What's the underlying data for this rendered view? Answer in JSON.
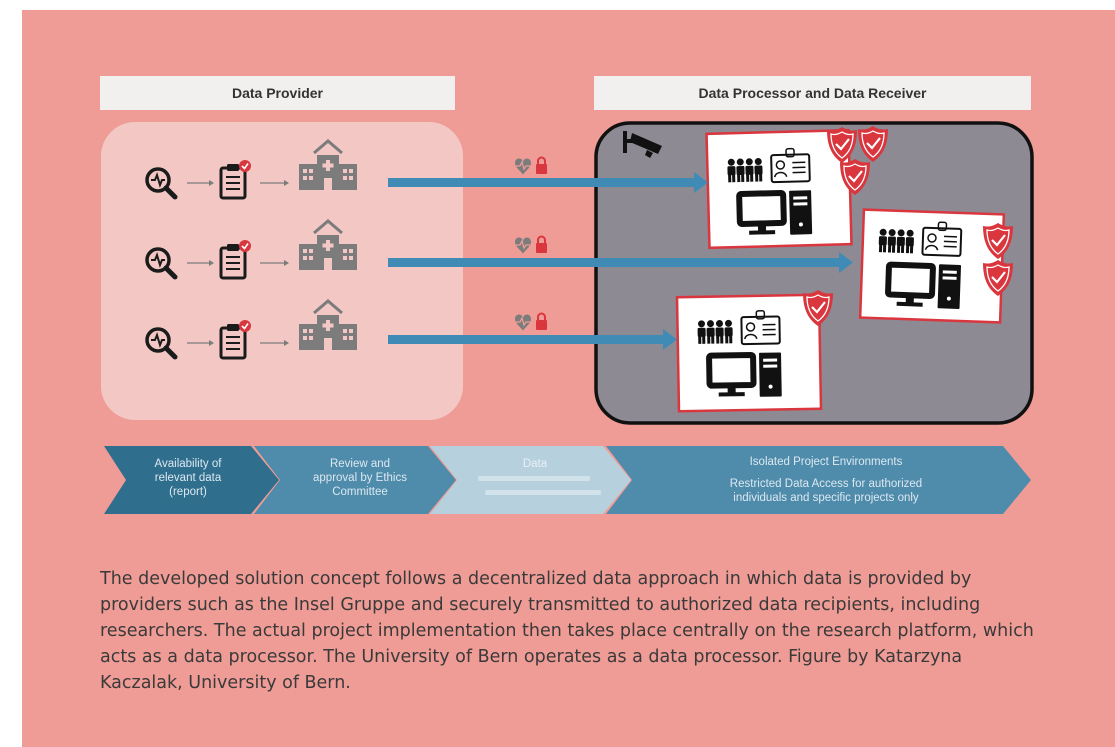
{
  "header": {
    "provider_label": "Data Provider",
    "receiver_label": "Data Processor and Data Receiver"
  },
  "process_steps": [
    {
      "lines": [
        "Availability of",
        "relevant data",
        "(report)"
      ]
    },
    {
      "lines": [
        "Review and",
        "approval by Ethics",
        "Committee"
      ]
    },
    {
      "lines": [
        "Data",
        "",
        ""
      ]
    },
    {
      "lines": [
        "Isolated Project Environments",
        "Restricted Data Access for authorized",
        "individuals and specific projects only"
      ]
    }
  ],
  "caption": "The developed solution concept follows a decentralized data approach in which data is provided by providers such as the Insel Gruppe and securely transmitted to authorized data recipients, including researchers. The actual project implementation then takes place centrally on the research platform, which acts as a data processor. The University of Bern operates as a data processor. Figure by Katarzyna Kaczalak, University of Bern.",
  "colors": {
    "background": "#f09c96",
    "provider_box": "#f2c7c4",
    "receiver_box": "#8e8a94",
    "arrow": "#3f8bb5",
    "badge_red": "#d9363e",
    "icon_gray": "#7c7c7c",
    "chevron_dark": "#2f6e8d",
    "chevron_mid": "#4f8bab",
    "chevron_light": "#b7d0de"
  },
  "icons": [
    "magnifier-pulse-icon",
    "clipboard-check-icon",
    "hospital-icon",
    "heart-lock-icon",
    "cctv-camera-icon",
    "researchers-icon",
    "id-card-icon",
    "computer-icon",
    "shield-check-icon"
  ]
}
